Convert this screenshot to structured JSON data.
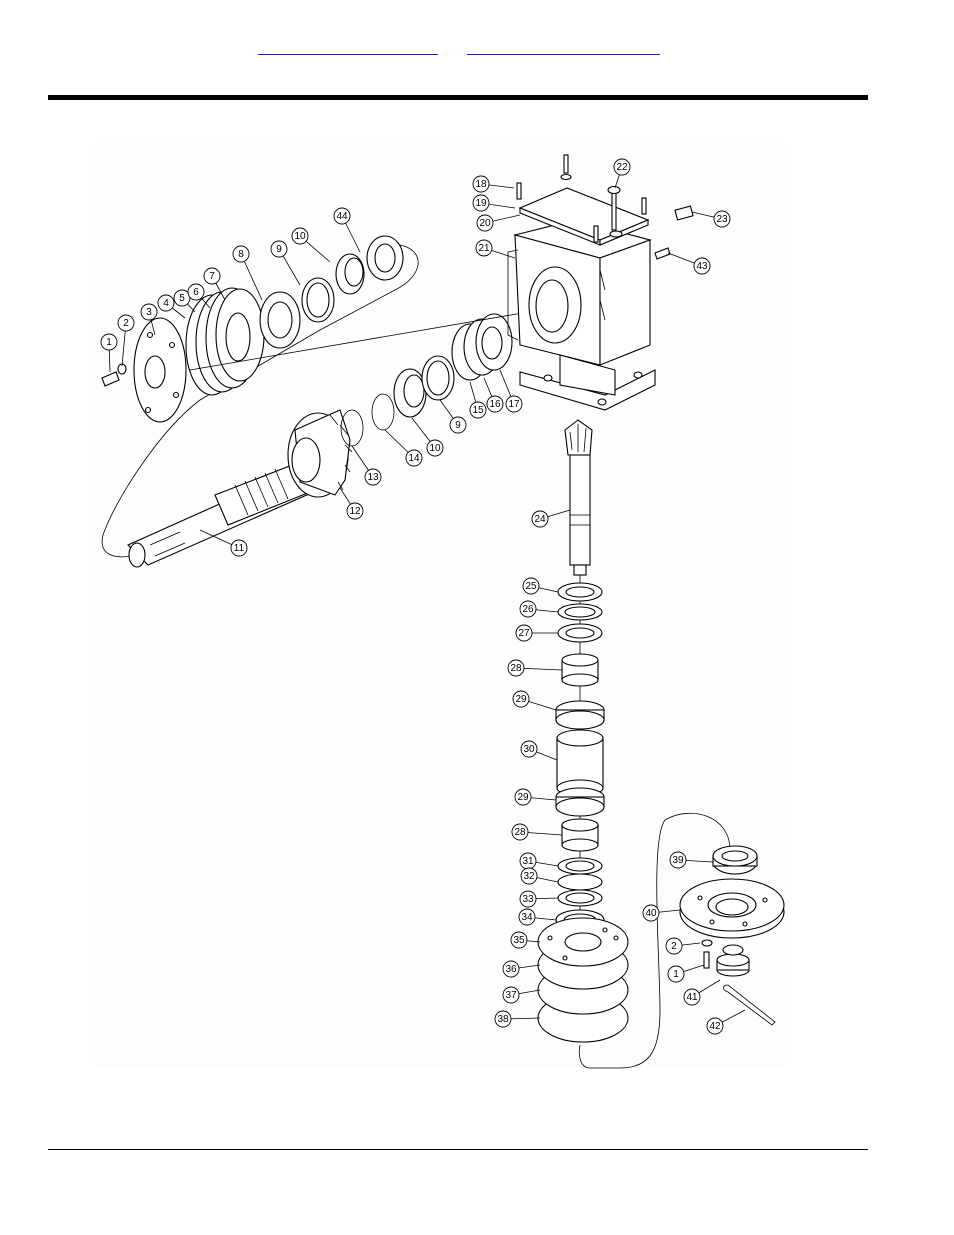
{
  "colors": {
    "link": "#1a1ae6",
    "ink": "#000000",
    "paper": "#ffffff"
  },
  "header_links": [
    {
      "label": ""
    },
    {
      "label": ""
    }
  ],
  "callouts": [
    {
      "label": "1"
    },
    {
      "label": "2"
    },
    {
      "label": "3"
    },
    {
      "label": "4"
    },
    {
      "label": "5"
    },
    {
      "label": "6"
    },
    {
      "label": "7"
    },
    {
      "label": "8"
    },
    {
      "label": "9"
    },
    {
      "label": "10"
    },
    {
      "label": "44"
    },
    {
      "label": "13"
    },
    {
      "label": "14"
    },
    {
      "label": "10"
    },
    {
      "label": "9"
    },
    {
      "label": "15"
    },
    {
      "label": "16"
    },
    {
      "label": "17"
    },
    {
      "label": "12"
    },
    {
      "label": "11"
    },
    {
      "label": "18"
    },
    {
      "label": "19"
    },
    {
      "label": "20"
    },
    {
      "label": "21"
    },
    {
      "label": "22"
    },
    {
      "label": "23"
    },
    {
      "label": "43"
    },
    {
      "label": "24"
    },
    {
      "label": "25"
    },
    {
      "label": "26"
    },
    {
      "label": "27"
    },
    {
      "label": "28"
    },
    {
      "label": "29"
    },
    {
      "label": "30"
    },
    {
      "label": "29"
    },
    {
      "label": "28"
    },
    {
      "label": "31"
    },
    {
      "label": "32"
    },
    {
      "label": "33"
    },
    {
      "label": "34"
    },
    {
      "label": "35"
    },
    {
      "label": "36"
    },
    {
      "label": "37"
    },
    {
      "label": "38"
    },
    {
      "label": "39"
    },
    {
      "label": "40"
    },
    {
      "label": "2"
    },
    {
      "label": "1"
    },
    {
      "label": "41"
    },
    {
      "label": "42"
    }
  ]
}
